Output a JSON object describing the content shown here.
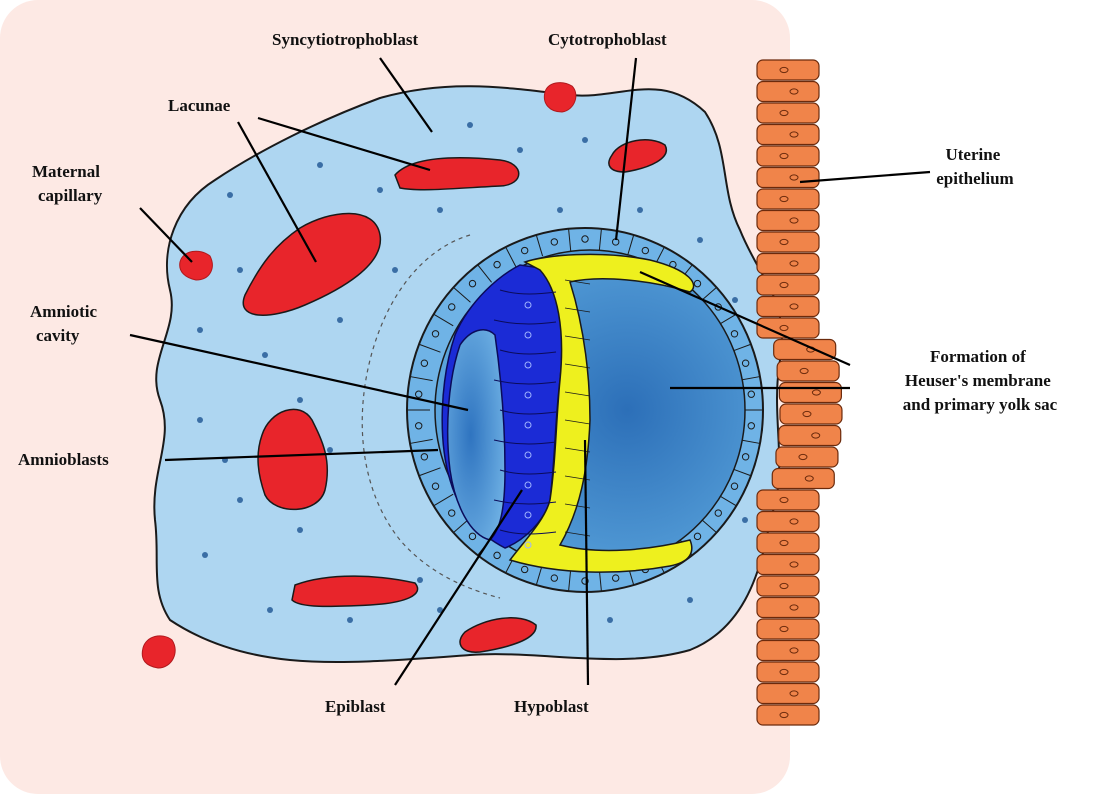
{
  "colors": {
    "background_panel": "#fde9e4",
    "syncytiotrophoblast": "#aed6f1",
    "cytotrophoblast": "#6fb3e6",
    "epiblast": "#1b2bd6",
    "hypoblast": "#eef01e",
    "cavity": "#3a86c8",
    "lacunae": "#e8252b",
    "uterine_epithelium": "#f0844a",
    "outline": "#1a1a1a"
  },
  "labels": {
    "syncytiotrophoblast": "Syncytiotrophoblast",
    "cytotrophoblast": "Cytotrophoblast",
    "lacunae": "Lacunae",
    "maternal_capillary": [
      "Maternal",
      "capillary"
    ],
    "uterine_epithelium": [
      "Uterine",
      "epithelium"
    ],
    "amniotic_cavity": [
      "Amniotic",
      "cavity"
    ],
    "amnioblasts": "Amnioblasts",
    "heusers_membrane": [
      "Formation of",
      "Heuser's membrane",
      "and primary yolk sac"
    ],
    "epiblast": "Epiblast",
    "hypoblast": "Hypoblast"
  }
}
